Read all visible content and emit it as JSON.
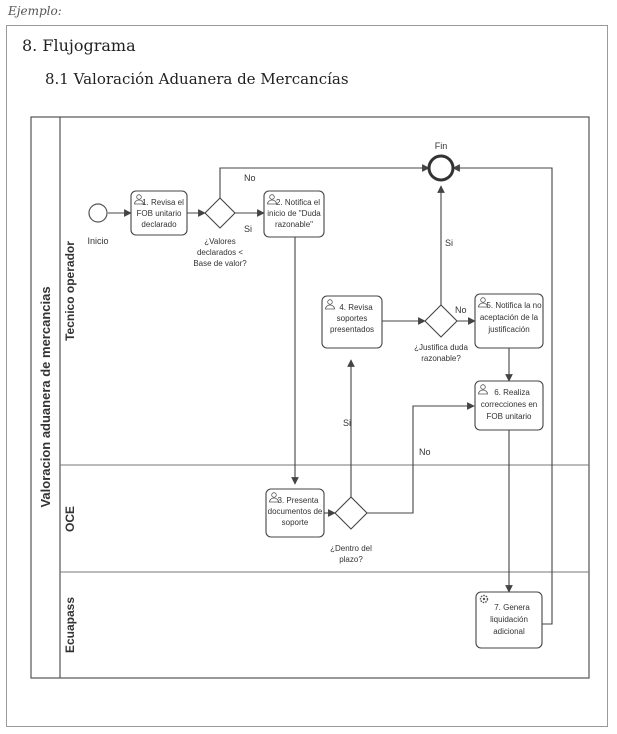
{
  "page": {
    "example_label": "Ejemplo:",
    "section_title": "8. Flujograma",
    "subsection_title": "8.1 Valoración Aduanera de Mercancías"
  },
  "pool": {
    "label": "Valoracion aduanera de mercancias"
  },
  "lanes": [
    {
      "label": "Tecnico operador"
    },
    {
      "label": "OCE"
    },
    {
      "label": "Ecuapass"
    }
  ],
  "events": {
    "start": "Inicio",
    "end": "Fin"
  },
  "tasks": {
    "t1": [
      "1. Revisa el",
      "FOB unitario",
      "declarado"
    ],
    "t2": [
      "2. Notifica el",
      "inicio de \"Duda",
      "razonable\""
    ],
    "t3": [
      "3. Presenta",
      "documentos de",
      "soporte"
    ],
    "t4": [
      "4. Revisa",
      "soportes",
      "presentados"
    ],
    "t5": [
      "5. Notifica la no",
      "aceptación de la",
      "justificación"
    ],
    "t6": [
      "6. Realiza",
      "correcciones en",
      "FOB unitario"
    ],
    "t7": [
      "7. Genera",
      "liquidación",
      "adicional"
    ]
  },
  "gateways": {
    "g1": [
      "¿Valores",
      "declarados <",
      "Base de valor?"
    ],
    "g2": [
      "¿Justifica duda",
      "razonable?"
    ],
    "g3": [
      "¿Dentro del",
      "plazo?"
    ]
  },
  "flow_labels": {
    "g1_no": "No",
    "g1_si": "Si",
    "g2_si": "Si",
    "g2_no": "No",
    "g3_si": "Si",
    "g3_no": "No"
  }
}
